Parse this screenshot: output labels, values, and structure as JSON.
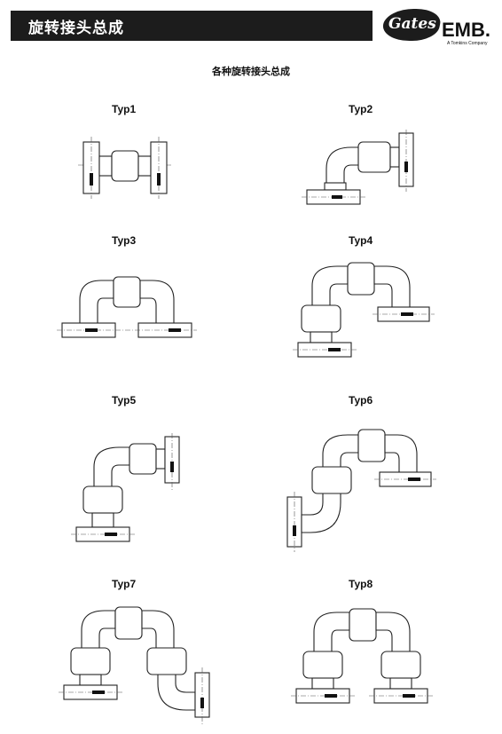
{
  "header": {
    "title": "旋转接头总成"
  },
  "logo": {
    "brand": "Gates",
    "company": "EMB.",
    "tagline": "A Tomkins Company"
  },
  "subtitle": "各种旋转接头总成",
  "types": [
    {
      "label": "Typ1"
    },
    {
      "label": "Typ2"
    },
    {
      "label": "Typ3"
    },
    {
      "label": "Typ4"
    },
    {
      "label": "Typ5"
    },
    {
      "label": "Typ6"
    },
    {
      "label": "Typ7"
    },
    {
      "label": "Typ8"
    }
  ]
}
